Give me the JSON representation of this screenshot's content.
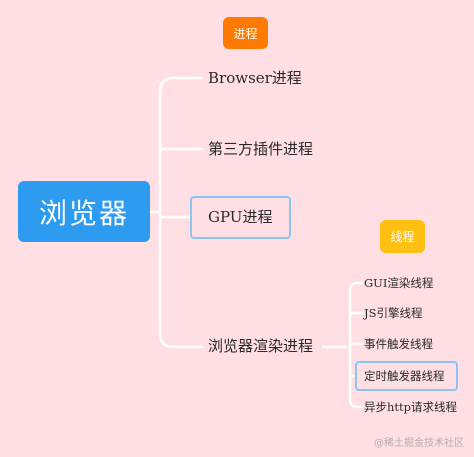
{
  "root": {
    "label": "浏览器"
  },
  "tags": {
    "process": "进程",
    "thread": "线程"
  },
  "processes": [
    {
      "label": "Browser进程"
    },
    {
      "label": "第三方插件进程"
    },
    {
      "label": "GPU进程"
    },
    {
      "label": "浏览器渲染进程"
    }
  ],
  "threads": [
    {
      "label": "GUI渲染线程"
    },
    {
      "label": "JS引擎线程"
    },
    {
      "label": "事件触发线程"
    },
    {
      "label": "定时触发器线程"
    },
    {
      "label": "异步http请求线程"
    }
  ],
  "watermark": "@稀土掘金技术社区",
  "colors": {
    "background": "#ffdfe3",
    "root": "#2d9bf0",
    "process_tag": "#ff7a00",
    "thread_tag": "#ffc012",
    "connector": "#ffffff",
    "highlight_border": "#8cc4f0"
  }
}
